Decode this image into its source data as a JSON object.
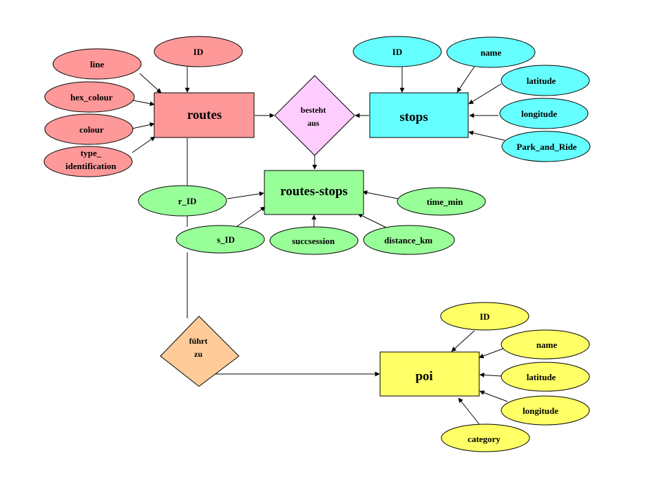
{
  "colors": {
    "routes": "#ff9999",
    "stops": "#66ffff",
    "routes_stops": "#99ff99",
    "poi": "#ffff66",
    "besteht_aus": "#ffccff",
    "fuehrt_zu": "#ffcc99"
  },
  "entities": {
    "routes": "routes",
    "stops": "stops",
    "routes_stops": "routes-stops",
    "poi": "poi"
  },
  "relationships": {
    "besteht_aus": [
      "besteht",
      "aus"
    ],
    "fuehrt_zu": [
      "führt",
      "zu"
    ]
  },
  "attributes": {
    "routes": {
      "id": "ID",
      "line": "line",
      "hex_colour": "hex_colour",
      "colour": "colour",
      "type_identification": [
        "type_",
        "identification"
      ]
    },
    "stops": {
      "id": "ID",
      "name": "name",
      "latitude": "latitude",
      "longitude": "longitude",
      "park_and_ride": "Park_and_Ride"
    },
    "routes_stops": {
      "r_id": "r_ID",
      "s_id": "s_ID",
      "succsession": "succsession",
      "distance_km": "distance_km",
      "time_min": "time_min"
    },
    "poi": {
      "id": "ID",
      "name": "name",
      "latitude": "latitude",
      "longitude": "longitude",
      "category": "category"
    }
  }
}
